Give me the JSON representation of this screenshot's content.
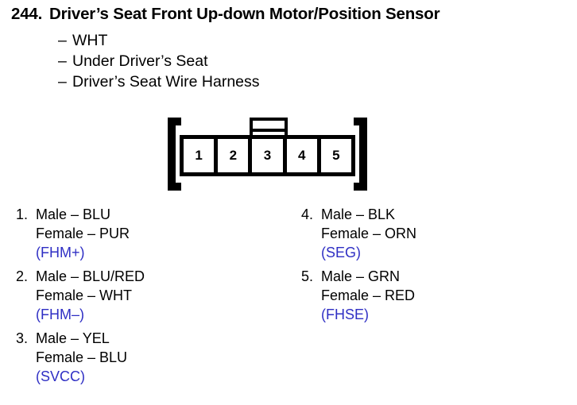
{
  "header": {
    "number": "244.",
    "title": "Driver’s Seat Front Up-down Motor/Position Sensor"
  },
  "bullets": [
    {
      "dash": "–",
      "text": "WHT"
    },
    {
      "dash": "–",
      "text": "Under Driver’s Seat"
    },
    {
      "dash": "–",
      "text": "Driver’s Seat Wire Harness"
    }
  ],
  "connector": {
    "pins": [
      "1",
      "2",
      "3",
      "4",
      "5"
    ],
    "tab_present": true,
    "outline_color": "#000000"
  },
  "code_color": "#2f2fc4",
  "pin_list_left": [
    {
      "index": "1.",
      "male": "Male – BLU",
      "female": "Female – PUR",
      "code": "(FHM+)"
    },
    {
      "index": "2.",
      "male": "Male – BLU/RED",
      "female": "Female – WHT",
      "code": "(FHM–)"
    },
    {
      "index": "3.",
      "male": "Male – YEL",
      "female": "Female – BLU",
      "code": "(SVCC)"
    }
  ],
  "pin_list_right": [
    {
      "index": "4.",
      "male": "Male – BLK",
      "female": "Female – ORN",
      "code": "(SEG)"
    },
    {
      "index": "5.",
      "male": "Male – GRN",
      "female": "Female – RED",
      "code": "(FHSE)"
    }
  ]
}
